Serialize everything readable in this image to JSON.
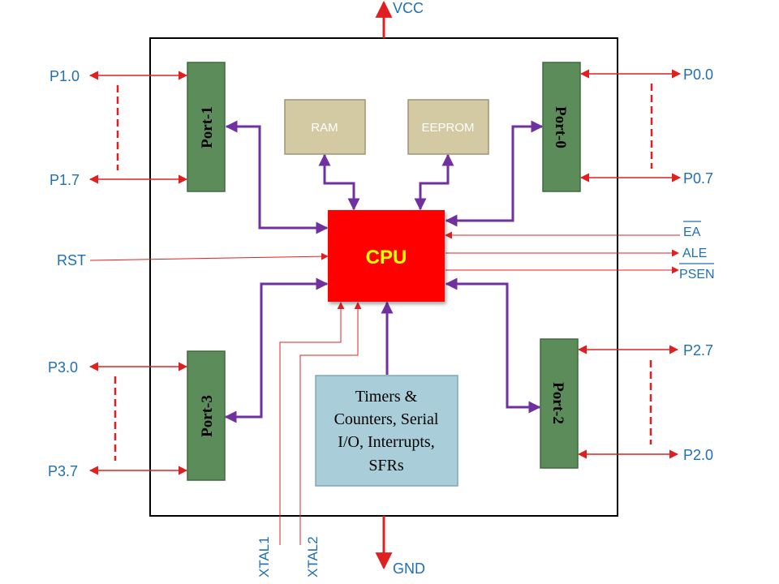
{
  "labels": {
    "vcc": "VCC",
    "gnd": "GND",
    "p1_0": "P1.0",
    "p1_7": "P1.7",
    "p0_0": "P0.0",
    "p0_7": "P0.7",
    "rst": "RST",
    "ea": "EA",
    "ale": "ALE",
    "psen": "PSEN",
    "p3_0": "P3.0",
    "p3_7": "P3.7",
    "p2_7": "P2.7",
    "p2_0": "P2.0",
    "xtal1": "XTAL1",
    "xtal2": "XTAL2"
  },
  "blocks": {
    "ram": "RAM",
    "eeprom": "EEPROM",
    "cpu": "CPU",
    "port1": "Port-1",
    "port0": "Port-0",
    "port3": "Port-3",
    "port2": "Port-2",
    "peripherals": [
      "Timers &",
      "Counters, Serial",
      "I/O, Interrupts,",
      "SFRs"
    ]
  },
  "colors": {
    "pin_text": "#1F6FB5",
    "arrow_red": "#E02020",
    "bus_purple": "#7030A0",
    "cpu_fill": "#FF0000",
    "cpu_text": "#FFFF00",
    "port_fill": "#5B8C5A",
    "memory_fill": "#D3C9A3",
    "peripheral_fill": "#A9CED9"
  }
}
